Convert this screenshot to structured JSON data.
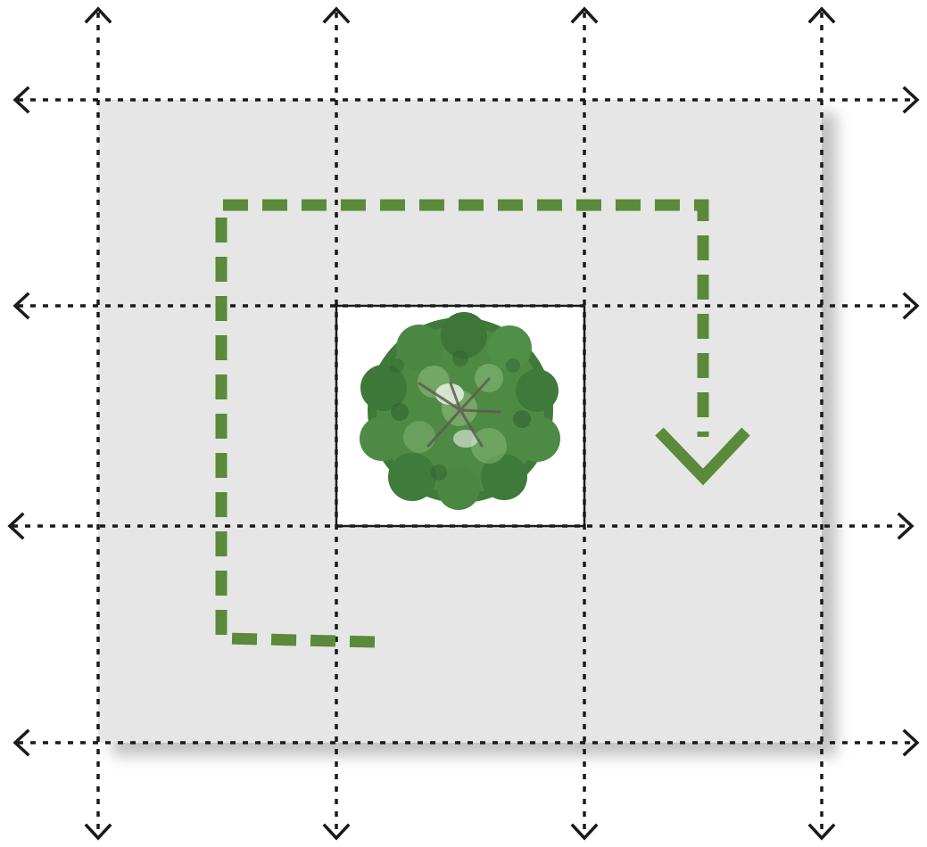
{
  "diagram": {
    "type": "grid-layout-diagram",
    "grid": {
      "columns": 3,
      "rows": 3,
      "center_cell": {
        "row": 2,
        "column": 2,
        "content_icon": "tree-canopy-top-view-icon"
      }
    },
    "guide_lines": {
      "vertical_count": 4,
      "horizontal_count": 4,
      "style": "dotted",
      "ends": "double-arrow"
    },
    "path": {
      "style": "dashed",
      "description_icon": "dashed-path-arrow-icon",
      "arrowhead": "down"
    },
    "colors": {
      "background": "#ffffff",
      "panel": "#e6e6e6",
      "guide_line": "#1a1a1a",
      "path": "#5b8a3a",
      "cell_border": "#1a1a1a",
      "foliage_dark": "#2f5f2e",
      "foliage_mid": "#4f8a45",
      "foliage_light": "#8fbf7f",
      "branch": "#5f5a52"
    }
  }
}
